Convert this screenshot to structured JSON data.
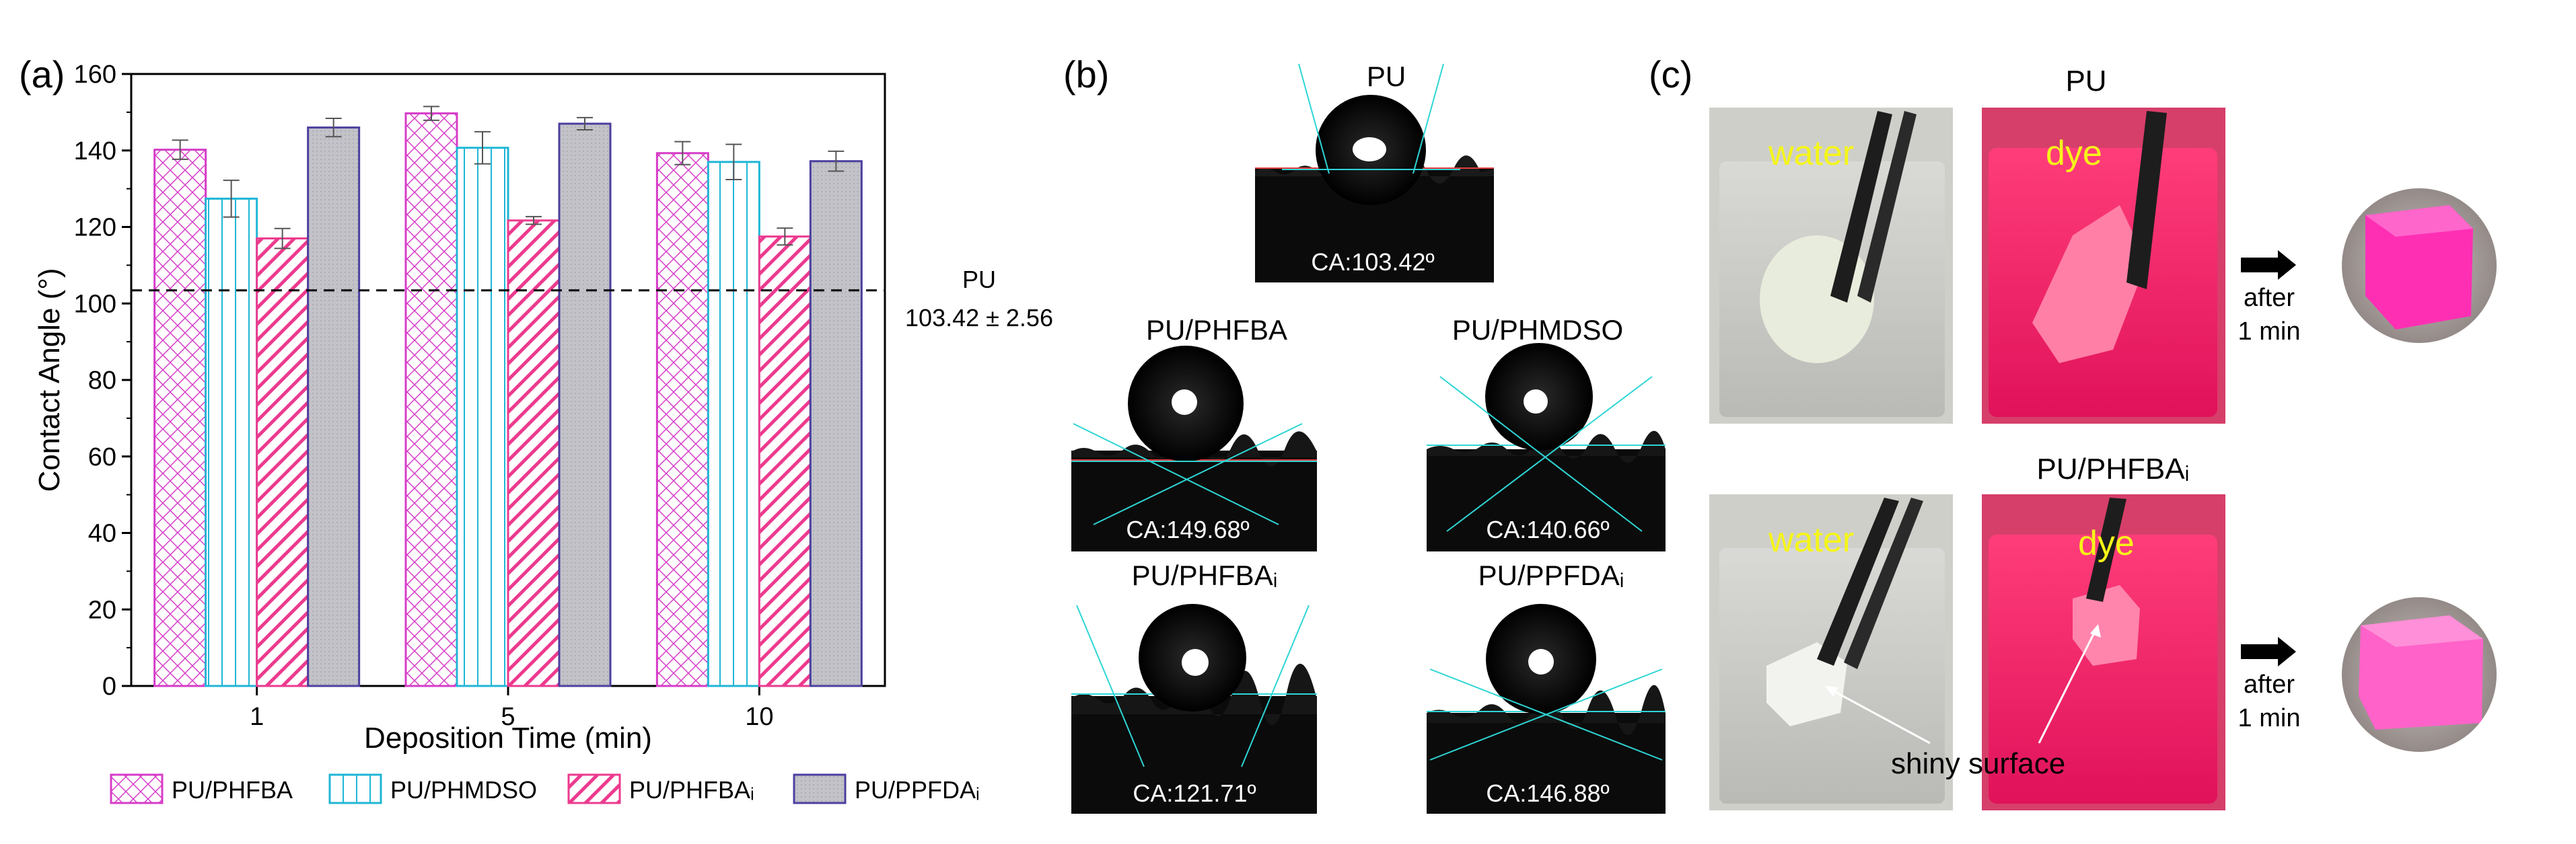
{
  "panel_labels": {
    "a": "(a)",
    "b": "(b)",
    "c": "(c)"
  },
  "chart_data": {
    "type": "bar",
    "title": "",
    "xlabel": "Deposition Time (min)",
    "ylabel": "Contact Angle (°)",
    "ylim": [
      0,
      160
    ],
    "yticks": [
      0,
      20,
      40,
      60,
      80,
      100,
      120,
      140,
      160
    ],
    "categories": [
      "1",
      "5",
      "10"
    ],
    "series": [
      {
        "name": "PU/PHFBA",
        "values": [
          140.2,
          149.7,
          139.3
        ],
        "errors": [
          2.5,
          1.8,
          3.0
        ],
        "color": "#d63cc8",
        "pattern": "crosshatch"
      },
      {
        "name": "PU/PHMDSO",
        "values": [
          127.4,
          140.7,
          137.0
        ],
        "errors": [
          4.8,
          4.2,
          4.6
        ],
        "color": "#1fb6d6",
        "pattern": "vertical"
      },
      {
        "name": "PU/PHFBAᵢ",
        "values": [
          117.0,
          121.7,
          117.5
        ],
        "errors": [
          2.6,
          1.0,
          2.2
        ],
        "color": "#ec3a8e",
        "pattern": "diagonal"
      },
      {
        "name": "PU/PPFDAᵢ",
        "values": [
          146.0,
          147.0,
          137.2
        ],
        "errors": [
          2.4,
          1.6,
          2.6
        ],
        "color": "#4b3f9f",
        "pattern": "dotted"
      }
    ],
    "reference": {
      "value": 103.42,
      "label_line1": "PU",
      "label_line2": "103.42 ± 2.56"
    },
    "grid": false,
    "legend_position": "bottom"
  },
  "panel_b": {
    "images": [
      {
        "title": "PU",
        "ca": "CA:103.42º"
      },
      {
        "title": "PU/PHFBA",
        "ca": "CA:149.68º"
      },
      {
        "title": "PU/PHMDSO",
        "ca": "CA:140.66º"
      },
      {
        "title": "PU/PHFBAᵢ",
        "ca": "CA:121.71º"
      },
      {
        "title": "PU/PPFDAᵢ",
        "ca": "CA:146.88º"
      }
    ]
  },
  "panel_c": {
    "row_titles": [
      "PU",
      "PU/PHFBAᵢ"
    ],
    "labels": {
      "water": "water",
      "dye": "dye",
      "after": "after",
      "time": "1 min",
      "shiny": "shiny surface"
    }
  }
}
